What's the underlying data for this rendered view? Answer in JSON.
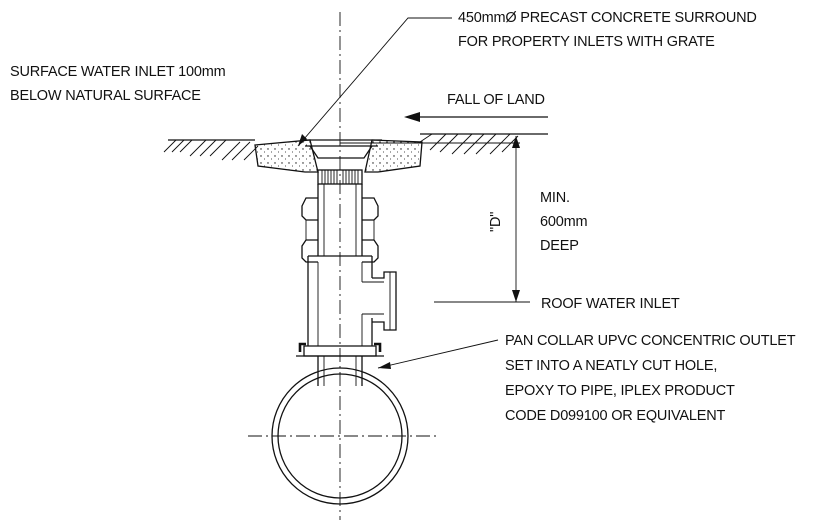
{
  "labels": {
    "surround_line1": "450mmØ PRECAST CONCRETE SURROUND",
    "surround_line2": "FOR PROPERTY INLETS WITH GRATE",
    "surface_line1": "SURFACE WATER INLET 100mm",
    "surface_line2": "BELOW NATURAL SURFACE",
    "fall": "FALL OF LAND",
    "depth_symbol": "\"D\"",
    "min_line1": "MIN.",
    "min_line2": "600mm",
    "min_line3": "DEEP",
    "roof": "ROOF WATER INLET",
    "pan_line1": "PAN COLLAR UPVC CONCENTRIC OUTLET",
    "pan_line2": "SET INTO A NEATLY CUT HOLE,",
    "pan_line3": "EPOXY TO PIPE, IPLEX PRODUCT",
    "pan_line4": "CODE D099100 OR EQUIVALENT"
  },
  "colors": {
    "ink": "#111111",
    "background": "#ffffff"
  }
}
